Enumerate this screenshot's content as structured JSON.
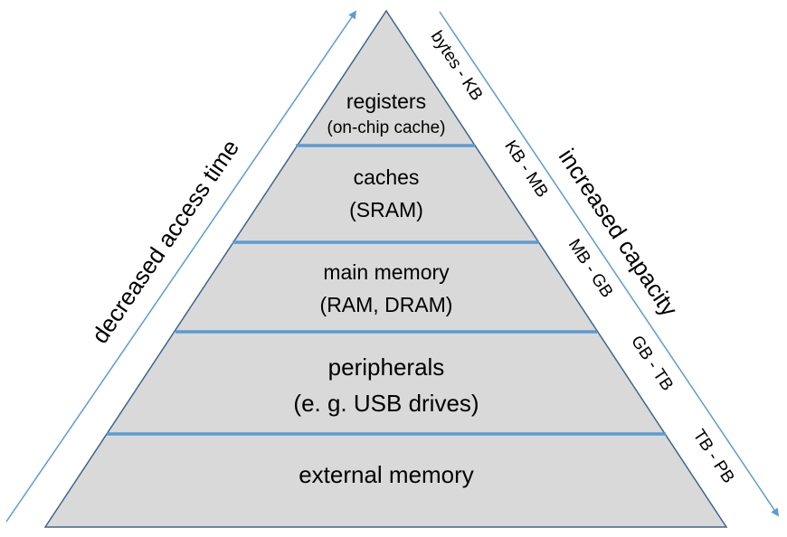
{
  "diagram": {
    "type": "memory-hierarchy-pyramid",
    "colors": {
      "fill": "#d9d9d9",
      "divider": "#5b9bd5",
      "outline": "#41658a",
      "arrow": "#5b9bd5",
      "text": "#000000"
    },
    "levels": [
      {
        "name": "registers",
        "detail": "(on-chip cache)",
        "capacity": "bytes - KB"
      },
      {
        "name": "caches",
        "detail": "(SRAM)",
        "capacity": "KB - MB"
      },
      {
        "name": "main memory",
        "detail": "(RAM, DRAM)",
        "capacity": "MB - GB"
      },
      {
        "name": "peripherals",
        "detail": "(e. g. USB drives)",
        "capacity": "GB - TB"
      },
      {
        "name": "external memory",
        "detail": "",
        "capacity": "TB - PB"
      }
    ],
    "left_arrow_label": "decreased access time",
    "right_arrow_label": "increased capacity"
  }
}
